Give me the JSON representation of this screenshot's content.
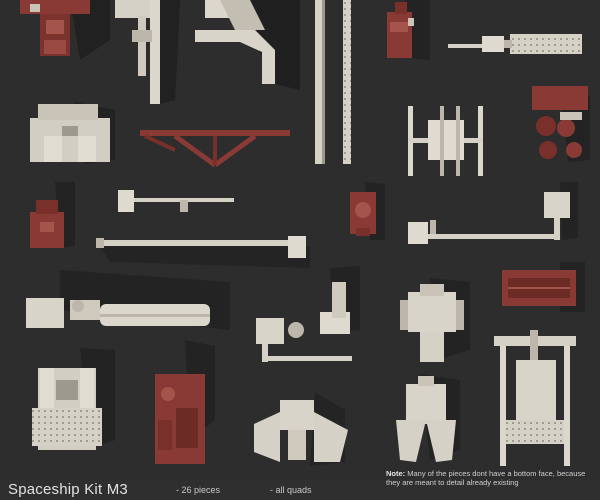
{
  "title": "Spaceship Kit M3",
  "stats": {
    "pieces": "- 26 pieces",
    "quads": "- all quads"
  },
  "note": {
    "label": "Note:",
    "text": "Many of the pieces dont have a bottom face, because they are meant to detail already existing"
  },
  "colors": {
    "background": "#2d2d2d",
    "metal_light": "#d9d4ca",
    "metal_red": "#8a3a34",
    "shadow": "#1c1c1c"
  }
}
